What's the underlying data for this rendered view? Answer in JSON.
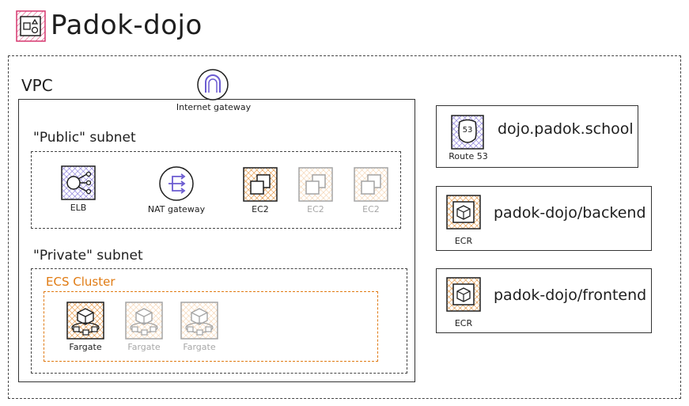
{
  "title": "Padok-dojo",
  "vpc": {
    "label": "VPC"
  },
  "internet_gateway": {
    "label": "Internet gateway"
  },
  "public_subnet": {
    "label": "\"Public\" subnet",
    "elb": "ELB",
    "nat": "NAT gateway",
    "ec2": [
      "EC2",
      "EC2",
      "EC2"
    ]
  },
  "private_subnet": {
    "label": "\"Private\" subnet",
    "ecs_cluster": "ECS Cluster",
    "fargate": [
      "Fargate",
      "Fargate",
      "Fargate"
    ]
  },
  "route53": {
    "domain": "dojo.padok.school",
    "label": "Route 53",
    "badge": "53"
  },
  "ecr": [
    {
      "repo": "padok-dojo/backend",
      "label": "ECR"
    },
    {
      "repo": "padok-dojo/frontend",
      "label": "ECR"
    }
  ],
  "colors": {
    "aws_orange": "#e07b13",
    "aws_purple": "#6b5bd1",
    "account_pink": "#d6366e"
  }
}
